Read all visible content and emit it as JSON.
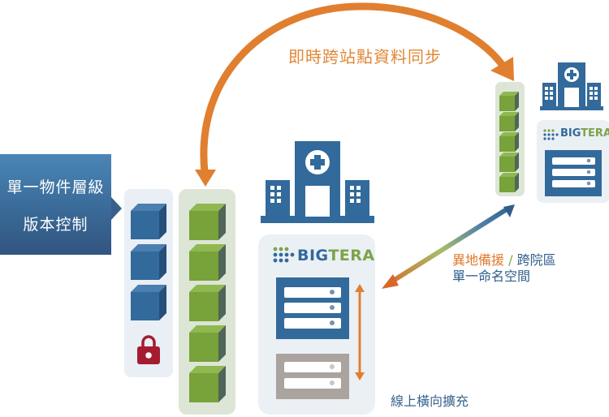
{
  "callout": {
    "line1": "單一物件層級",
    "line2": "版本控制"
  },
  "sync_label": "即時跨站點資料同步",
  "geo_label": {
    "part1": "異地備援",
    "separator": " / ",
    "part2": "跨院區",
    "line2": "單一命名空間"
  },
  "scale_label": "線上橫向擴充",
  "brand": {
    "name_part1": "BIG",
    "name_part2": "TERA"
  },
  "versioned_objects": {
    "count": 3,
    "locked": true
  },
  "live_objects": {
    "count": 5
  },
  "remote_objects": {
    "count": 5
  },
  "colors": {
    "orange": "#e07a2e",
    "blue": "#2f5e8c",
    "green": "#7ea34a",
    "lock_red": "#a51c30",
    "gray_server": "#aaa39e"
  }
}
